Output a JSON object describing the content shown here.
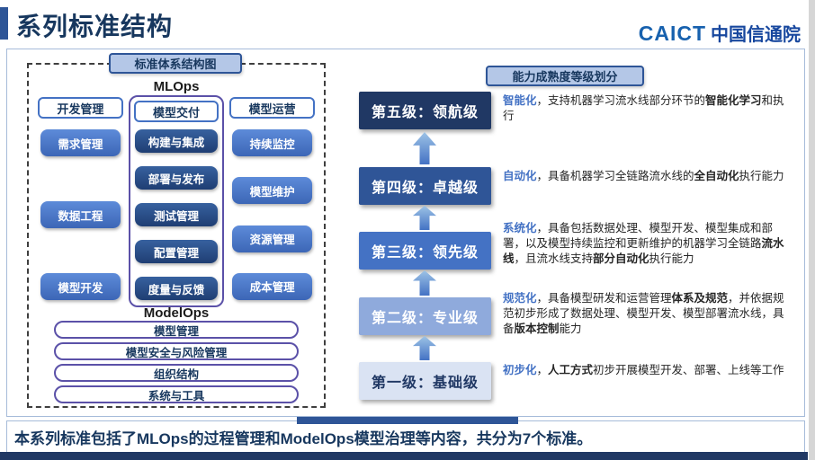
{
  "header": {
    "title": "系列标准结构",
    "logo_en": "CAICT",
    "logo_cn": "中国信通院"
  },
  "colors": {
    "navy": "#17375E",
    "accent_blue": "#2E5597",
    "medium_blue": "#4472C4",
    "badge_bg": "#B4C7E7",
    "delivery_border_purple": "#5B51A8",
    "bottom_bar": "#203864"
  },
  "icons": {
    "up_arrow": "⬆"
  },
  "left_panel": {
    "badge": "标准体系结构图",
    "mlops_title": "MLOps",
    "columns": [
      {
        "header": "开发管理",
        "items": [
          "需求管理",
          "数据工程",
          "模型开发"
        ]
      },
      {
        "header": "模型交付",
        "items": [
          "构建与集成",
          "部署与发布",
          "测试管理",
          "配置管理",
          "度量与反馈"
        ]
      },
      {
        "header": "模型运营",
        "items": [
          "持续监控",
          "模型维护",
          "资源管理",
          "成本管理"
        ]
      }
    ],
    "modelops_title": "ModelOps",
    "modelops_bars": [
      "模型管理",
      "模型安全与风险管理",
      "组织结构",
      "系统与工具"
    ]
  },
  "right_panel": {
    "badge": "能力成熟度等级划分",
    "levels": [
      {
        "label": "第五级：领航级",
        "bg": "#203864",
        "fg": "#FFFFFF",
        "desc": [
          {
            "t": "智能化",
            "b": 1,
            "c": "#4472C4"
          },
          {
            "t": "，支持机器学习流水线部分环节的"
          },
          {
            "t": "智能化学习",
            "b": 1
          },
          {
            "t": "和执行"
          }
        ]
      },
      {
        "label": "第四级：卓越级",
        "bg": "#2F5597",
        "fg": "#FFFFFF",
        "desc": [
          {
            "t": "自动化",
            "b": 1,
            "c": "#4472C4"
          },
          {
            "t": "，具备机器学习全链路流水线的"
          },
          {
            "t": "全自动化",
            "b": 1
          },
          {
            "t": "执行能力"
          }
        ]
      },
      {
        "label": "第三级：领先级",
        "bg": "#4472C4",
        "fg": "#FFFFFF",
        "desc": [
          {
            "t": "系统化",
            "b": 1,
            "c": "#4472C4"
          },
          {
            "t": "，具备包括数据处理、模型开发、模型集成和部署，以及模型持续监控和更新维护的机器学习全链路"
          },
          {
            "t": "流水线",
            "b": 1
          },
          {
            "t": "，且流水线支持"
          },
          {
            "t": "部分自动化",
            "b": 1
          },
          {
            "t": "执行能力"
          }
        ]
      },
      {
        "label": "第二级：专业级",
        "bg": "#8FAADC",
        "fg": "#FFFFFF",
        "desc": [
          {
            "t": "规范化",
            "b": 1,
            "c": "#4472C4"
          },
          {
            "t": "，具备模型研发和运营管理"
          },
          {
            "t": "体系及规范",
            "b": 1
          },
          {
            "t": "，并依据规范初步形成了数据处理、模型开发、模型部署流水线，具备"
          },
          {
            "t": "版本控制",
            "b": 1
          },
          {
            "t": "能力"
          }
        ]
      },
      {
        "label": "第一级：基础级",
        "bg": "#DAE3F3",
        "fg": "#203864",
        "desc": [
          {
            "t": "初步化",
            "b": 1,
            "c": "#4472C4"
          },
          {
            "t": "，"
          },
          {
            "t": "人工方式",
            "b": 1
          },
          {
            "t": "初步开展模型开发、部署、上线等工作"
          }
        ]
      }
    ]
  },
  "footer": {
    "text": "本系列标准包括了MLOps的过程管理和ModelOps模型治理等内容，共分为7个标准。"
  }
}
